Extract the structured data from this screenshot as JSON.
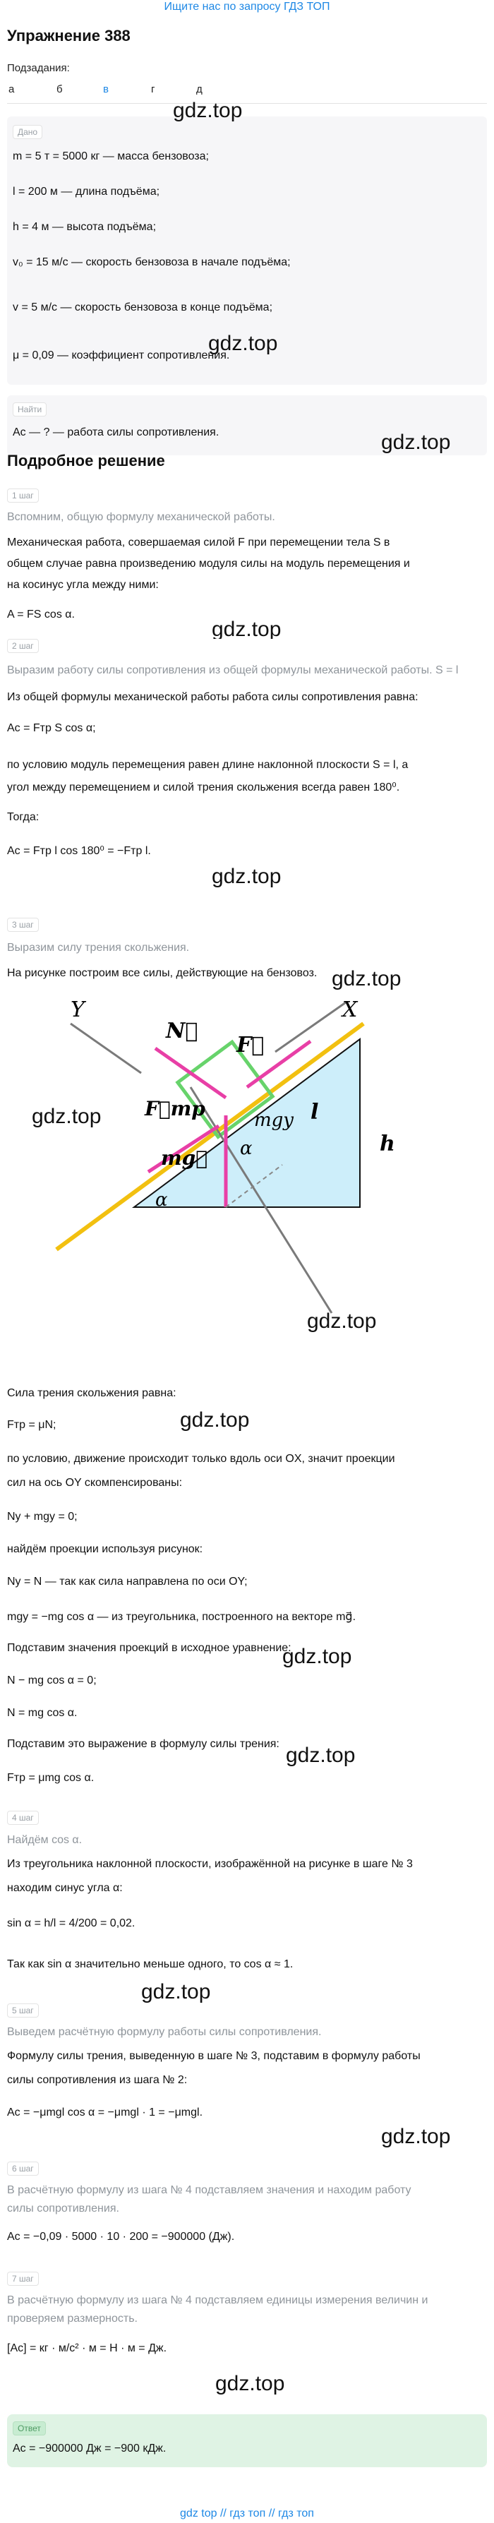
{
  "top_link": "Ищите нас по запросу ГДЗ ТОП",
  "title": "Упражнение 388",
  "subtasks_label": "Подзадания:",
  "subtasks": [
    "а",
    "б",
    "в",
    "г",
    "д"
  ],
  "watermark": "gdz.top",
  "given": {
    "label": "Дано",
    "lines": [
      "m = 5 т = 5000 кг — масса бензовоза;",
      "l = 200 м — длина подъёма;",
      "h = 4 м — высота подъёма;",
      "v₀ = 15 м/с — скорость бензовоза в начале подъёма;",
      "v = 5 м/с — скорость бензовоза в конце подъёма;",
      "μ = 0,09 — коэффициент сопротивления."
    ]
  },
  "find": {
    "label": "Найти",
    "line": "Aс — ? — работа силы сопротивления."
  },
  "solution_title": "Подробное решение",
  "steps": {
    "s1": {
      "chip": "1 шаг",
      "hint": "Вспомним, общую формулу механической работы.",
      "text1": "Механическая работа, совершаемая силой F при перемещении тела S в",
      "text2": "общем случае равна произведению модуля силы на модуль перемещения и",
      "text3": "на косинус угла между ними:",
      "formula": "A = FS cos α."
    },
    "s2": {
      "chip": "2 шаг",
      "hint": "Выразим работу силы сопротивления из общей формулы механической работы. S = l",
      "text1": "Из общей формулы механической работы работа силы сопротивления равна:",
      "formula1": "Aс = Fтр S cos α;",
      "text2": "по условию модуль перемещения равен длине наклонной плоскости S = l, а",
      "text3": "угол между перемещением и силой трения скольжения всегда равен 180⁰.",
      "text4": "Тогда:",
      "formula2": "Aс = Fтр l cos 180⁰ = −Fтр l."
    },
    "s3": {
      "chip": "3 шаг",
      "hint": "Выразим силу трения скольжения.",
      "text1": "На рисунке построим все силы, действующие на бензовоз.",
      "text2": "Сила трения скольжения равна:",
      "formula1": "Fтр = μN;",
      "text3": "по условию, движение происходит только вдоль оси OX, значит проекции",
      "text4": "сил на ось OY скомпенсированы:",
      "formula2": "Ny + mgy = 0;",
      "text5": "найдём проекции используя рисунок:",
      "formula3": "Ny = N — так как сила направлена по оси OY;",
      "formula4": "mgy = −mg cos α — из треугольника, построенного на векторе mg⃗.",
      "text6": "Подставим значения проекций в исходное уравнение:",
      "formula5": "N − mg cos α = 0;",
      "formula6": "N = mg cos α.",
      "text7": "Подставим это выражение в формулу силы трения:",
      "formula7": "Fтр = μmg cos α."
    },
    "s4": {
      "chip": "4 шаг",
      "hint": "Найдём cos α.",
      "text1": "Из треугольника наклонной плоскости, изображённой на рисунке в шаге № 3",
      "text2": "находим синус угла α:",
      "formula": "sin α = h/l = 4/200 = 0,02.",
      "text3": "Так как sin α значительно меньше одного, то cos α ≈ 1."
    },
    "s5": {
      "chip": "5 шаг",
      "hint": "Выведем расчётную формулу работы силы сопротивления.",
      "text1": "Формулу силы трения, выведенную в шаге № 3, подставим в формулу работы",
      "text2": "силы сопротивления из шага № 2:",
      "formula": "Aс = −μmgl cos α = −μmgl · 1 = −μmgl."
    },
    "s6": {
      "chip": "6 шаг",
      "hint1": "В расчётную формулу из шага № 4 подставляем значения и находим работу",
      "hint2": "силы сопротивления.",
      "formula": "Aс = −0,09 · 5000 · 10 · 200 = −900000 (Дж)."
    },
    "s7": {
      "chip": "7 шаг",
      "hint1": "В расчётную формулу из шага № 4 подставляем единицы измерения величин и",
      "hint2": "проверяем размерность.",
      "formula": "[Aс] = кг · м/с² · м = Н · м = Дж."
    }
  },
  "answer": {
    "chip": "Ответ",
    "formula": "Aс = −900000 Дж = −900 кДж."
  },
  "diagram_labels": {
    "Y": "Y",
    "X": "X",
    "N": "N⃗",
    "F": "F⃗",
    "Ftr": "F⃗тр",
    "mg": "mg⃗",
    "mgy": "mgy",
    "alpha": "α",
    "l": "l",
    "h": "h"
  },
  "footer": "gdz top // гдз топ // гдз топ"
}
